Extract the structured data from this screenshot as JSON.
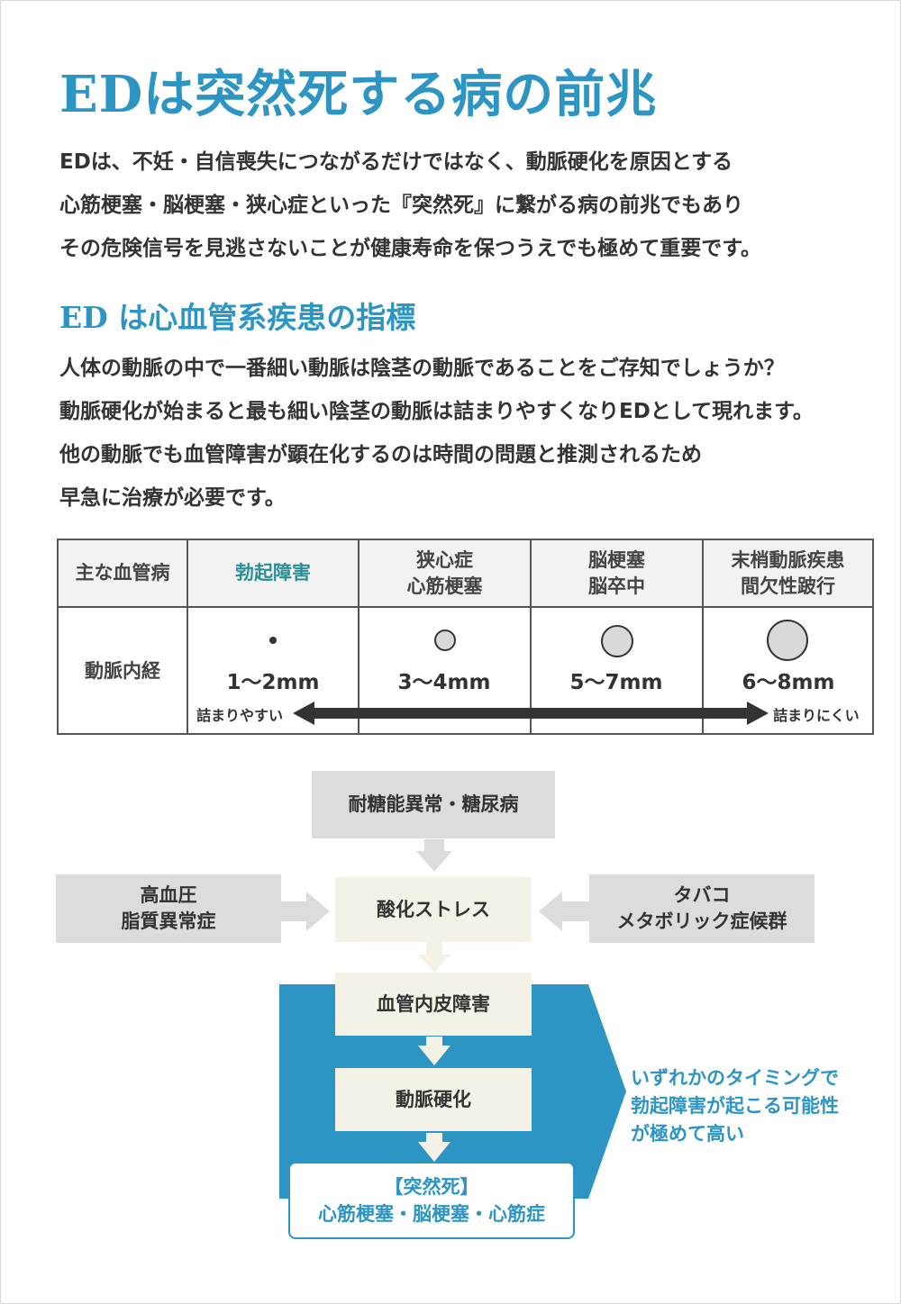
{
  "title": "EDは突然死する病の前兆",
  "intro": [
    "EDは、不妊・自信喪失につながるだけではなく、動脈硬化を原因とする",
    "心筋梗塞・脳梗塞・狭心症といった『突然死』に繋がる病の前兆でもあり",
    "その危険信号を見逃さないことが健康寿命を保つうえでも極めて重要です。"
  ],
  "subtitle": "ED は心血管系疾患の指標",
  "body": [
    "人体の動脈の中で一番細い動脈は陰茎の動脈であることをご存知でしょうか？",
    "動脈硬化が始まると最も細い陰茎の動脈は詰まりやすくなりEDとして現れます。",
    "他の動脈でも血管障害が顕在化するのは時間の問題と推測されるため",
    "早急に治療が必要です。"
  ],
  "table": {
    "row_header_1": "主な血管病",
    "row_header_2": "動脈内経",
    "columns": [
      {
        "line1": "勃起障害",
        "line2": "",
        "size": "1〜2mm"
      },
      {
        "line1": "狭心症",
        "line2": "心筋梗塞",
        "size": "3〜4mm"
      },
      {
        "line1": "脳梗塞",
        "line2": "脳卒中",
        "size": "5〜7mm"
      },
      {
        "line1": "末梢動脈疾患",
        "line2": "間欠性跛行",
        "size": "6〜8mm"
      }
    ],
    "arrow_left": "詰まりやすい",
    "arrow_right": "詰まりにくい"
  },
  "flow": {
    "top": "耐糖能異常・糖尿病",
    "left_line1": "高血圧",
    "left_line2": "脂質異常症",
    "right_line1": "タバコ",
    "right_line2": "メタボリック症候群",
    "center": "酸化ストレス",
    "step2": "血管内皮障害",
    "step3": "動脈硬化",
    "final_line1": "【突然死】",
    "final_line2": "心筋梗塞・脳梗塞・心筋症",
    "callout": [
      "いずれかのタイミングで",
      "勃起障害が起こる可能性",
      "が極めて高い"
    ]
  },
  "colors": {
    "accent_blue": "#2d95c4",
    "teal": "#2a8e94",
    "gray_box": "#dcdcdc",
    "cream_box": "#f4f1e6"
  }
}
